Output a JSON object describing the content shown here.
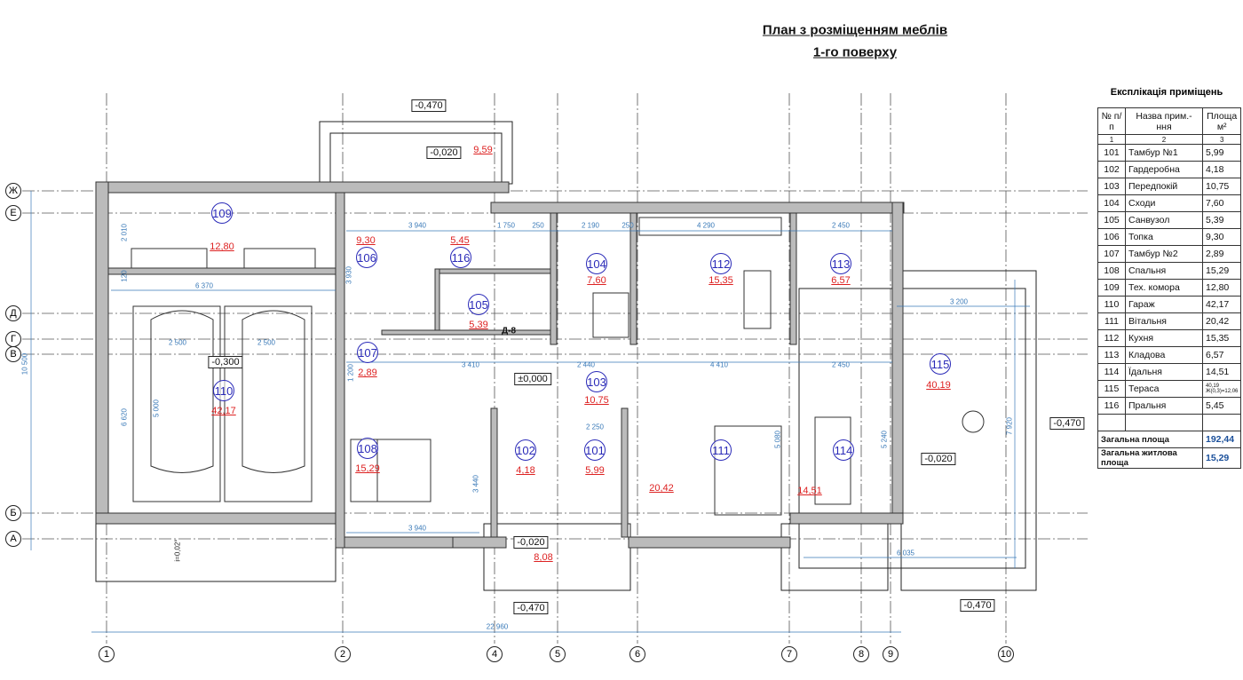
{
  "title": {
    "line1": "План з розміщенням меблів",
    "line2": "1-го поверху"
  },
  "axes": {
    "letters": [
      "Ж",
      "Е",
      "Д",
      "Г",
      "В",
      "Б",
      "А"
    ],
    "numbers": [
      "1",
      "2",
      "4",
      "5",
      "6",
      "7",
      "8",
      "9",
      "10"
    ]
  },
  "rooms": [
    {
      "num": "109",
      "area": "12,80"
    },
    {
      "num": "106",
      "area": "9,30"
    },
    {
      "num": "116",
      "area": "5,45"
    },
    {
      "num": "104",
      "area": "7,60"
    },
    {
      "num": "112",
      "area": "15,35"
    },
    {
      "num": "113",
      "area": "6,57"
    },
    {
      "num": "105",
      "area": "5,39"
    },
    {
      "num": "110",
      "area": "42,17"
    },
    {
      "num": "107",
      "area": "2,89"
    },
    {
      "num": "103",
      "area": "10,75"
    },
    {
      "num": "115",
      "area": "40,19"
    },
    {
      "num": "108",
      "area": "15,29"
    },
    {
      "num": "102",
      "area": "4,18"
    },
    {
      "num": "101",
      "area": "5,99"
    },
    {
      "num": "111",
      "area": "20,42"
    },
    {
      "num": "114",
      "area": "14,51"
    }
  ],
  "extra_areas": [
    "9,59",
    "8,08"
  ],
  "levels": [
    "-0,470",
    "-0,020",
    "-0,300",
    "±0,000",
    "-0,020",
    "-0,470",
    "-0,470",
    "-0,470",
    "-0,020"
  ],
  "dimensions": [
    "3 940",
    "1 750",
    "250",
    "2 190",
    "250",
    "4 290",
    "2 450",
    "6 370",
    "2 500",
    "2 500",
    "3 410",
    "2 440",
    "4 410",
    "2 450",
    "3 200",
    "2 250",
    "3 940",
    "6 035",
    "22 960",
    "10 500",
    "2 010",
    "6 620",
    "3 930",
    "5 080",
    "5 240",
    "7 920",
    "3 440",
    "120",
    "1 200",
    "5 000"
  ],
  "notes": {
    "door": "Д-8",
    "slope": "i=0,02°"
  },
  "explication": {
    "title": "Експлікація приміщень",
    "headers": [
      "№ п/п",
      "Назва прим.-ння",
      "Площа м²"
    ],
    "col_numbers": [
      "1",
      "2",
      "3"
    ],
    "rows": [
      [
        "101",
        "Тамбур №1",
        "5,99"
      ],
      [
        "102",
        "Гардеробна",
        "4,18"
      ],
      [
        "103",
        "Передпокій",
        "10,75"
      ],
      [
        "104",
        "Сходи",
        "7,60"
      ],
      [
        "105",
        "Санвузол",
        "5,39"
      ],
      [
        "106",
        "Топка",
        "9,30"
      ],
      [
        "107",
        "Тамбур №2",
        "2,89"
      ],
      [
        "108",
        "Спальня",
        "15,29"
      ],
      [
        "109",
        "Тех. комора",
        "12,80"
      ],
      [
        "110",
        "Гараж",
        "42,17"
      ],
      [
        "111",
        "Вітальня",
        "20,42"
      ],
      [
        "112",
        "Кухня",
        "15,35"
      ],
      [
        "113",
        "Кладова",
        "6,57"
      ],
      [
        "114",
        "Їдальня",
        "14,51"
      ],
      [
        "115",
        "Тераса",
        "40,19 Ж(0,3)=12,06"
      ],
      [
        "116",
        "Пральня",
        "5,45"
      ]
    ],
    "total_label": "Загальна площа",
    "total_value": "192,44",
    "living_label": "Загальна житлова площа",
    "living_value": "15,29"
  }
}
